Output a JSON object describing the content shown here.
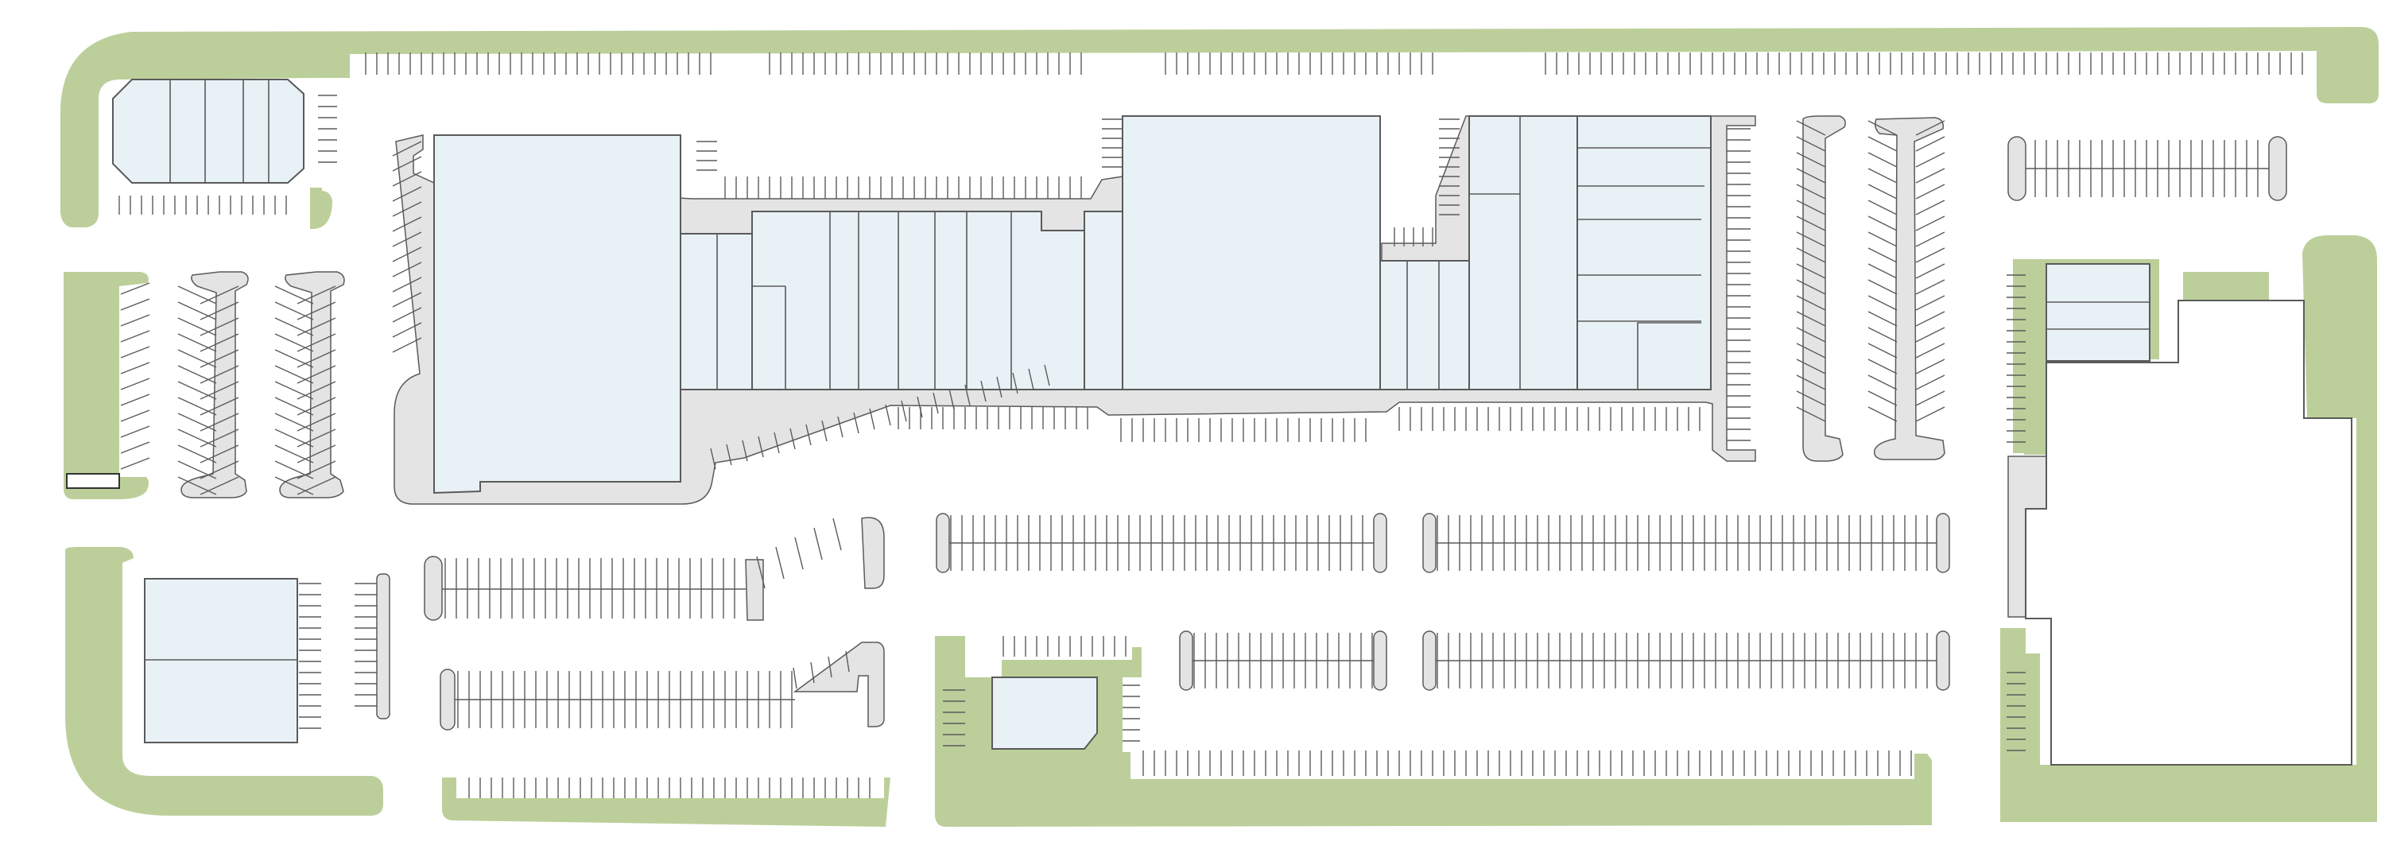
{
  "colors": {
    "background": "#ffffff",
    "landscape": "#bccf9a",
    "building": "#e8f1f6",
    "walkway": "#e4e4e4",
    "outline": "#5a5a5a"
  },
  "icons": {
    "parking-stall": "tick-line",
    "landscape": "green-area",
    "building": "light-blue-block"
  }
}
